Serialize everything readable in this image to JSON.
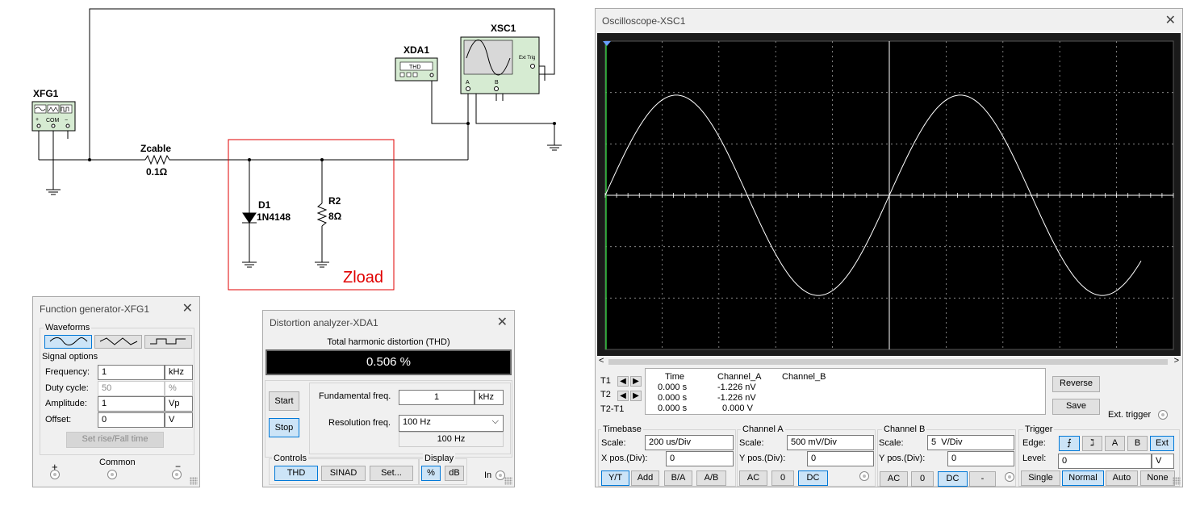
{
  "schematic": {
    "xfg1": "XFG1",
    "xfg1_com": "COM",
    "xfg1_plus": "+",
    "xfg1_minus": "−",
    "xda1": "XDA1",
    "xda1_thd": "THD",
    "xsc1": "XSC1",
    "xsc1_ext_trig": "Ext Trig",
    "xsc1_a": "A",
    "xsc1_b": "B",
    "zcable": "Zcable",
    "zcable_value": "0.1Ω",
    "d1": "D1",
    "d1_part": "1N4148",
    "r2": "R2",
    "r2_value": "8Ω",
    "zload": "Zload"
  },
  "function_generator": {
    "title": "Function generator-XFG1",
    "waveforms_label": "Waveforms",
    "signal_options_label": "Signal options",
    "frequency_label": "Frequency:",
    "frequency_value": "1",
    "frequency_unit": "kHz",
    "duty_label": "Duty cycle:",
    "duty_value": "50",
    "duty_unit": "%",
    "amplitude_label": "Amplitude:",
    "amplitude_value": "1",
    "amplitude_unit": "Vp",
    "offset_label": "Offset:",
    "offset_value": "0",
    "offset_unit": "V",
    "set_rise_fall": "Set rise/Fall time",
    "plus": "+",
    "common": "Common",
    "minus": "−"
  },
  "distortion_analyzer": {
    "title": "Distortion analyzer-XDA1",
    "thd_header": "Total harmonic distortion (THD)",
    "reading": "0.506 %",
    "start": "Start",
    "stop": "Stop",
    "fundamental_label": "Fundamental freq.",
    "fundamental_value": "1",
    "fundamental_unit": "kHz",
    "resolution_label": "Resolution freq.",
    "resolution_value": "100 Hz",
    "resolution_display": "100 Hz",
    "controls_label": "Controls",
    "display_label": "Display",
    "thd_btn": "THD",
    "sinad_btn": "SINAD",
    "set_btn": "Set...",
    "pct_btn": "%",
    "db_btn": "dB",
    "in_label": "In"
  },
  "oscilloscope": {
    "title": "Oscilloscope-XSC1",
    "cursor_table": {
      "headers": [
        "",
        "Time",
        "Channel_A",
        "Channel_B"
      ],
      "rows": [
        {
          "name": "T1",
          "time": "0.000 s",
          "a": "-1.226 nV",
          "b": ""
        },
        {
          "name": "T2",
          "time": "0.000 s",
          "a": "-1.226 nV",
          "b": ""
        },
        {
          "name": "T2-T1",
          "time": "0.000 s",
          "a": "0.000 V",
          "b": ""
        }
      ]
    },
    "reverse": "Reverse",
    "save": "Save",
    "ext_trigger": "Ext. trigger",
    "timebase": {
      "label": "Timebase",
      "scale_label": "Scale:",
      "scale_value": "200 us/Div",
      "xpos_label": "X pos.(Div):",
      "xpos_value": "0",
      "buttons": [
        "Y/T",
        "Add",
        "B/A",
        "A/B"
      ]
    },
    "channel_a": {
      "label": "Channel A",
      "scale_label": "Scale:",
      "scale_value": "500 mV/Div",
      "ypos_label": "Y pos.(Div):",
      "ypos_value": "0",
      "buttons": [
        "AC",
        "0",
        "DC"
      ]
    },
    "channel_b": {
      "label": "Channel B",
      "scale_label": "Scale:",
      "scale_value": "5  V/Div",
      "ypos_label": "Y pos.(Div):",
      "ypos_value": "0",
      "buttons": [
        "AC",
        "0",
        "DC",
        "-"
      ]
    },
    "trigger": {
      "label": "Trigger",
      "edge_label": "Edge:",
      "edge_buttons": [
        "A",
        "B",
        "Ext"
      ],
      "level_label": "Level:",
      "level_value": "0",
      "level_unit": "V",
      "mode_buttons": [
        "Single",
        "Normal",
        "Auto",
        "None"
      ]
    },
    "trace": {
      "color": "#ffffff",
      "screen_color": "#000000",
      "grid_color": "#9a9a9a",
      "period_divisions": 5,
      "amplitude_divisions": 1.95
    }
  }
}
